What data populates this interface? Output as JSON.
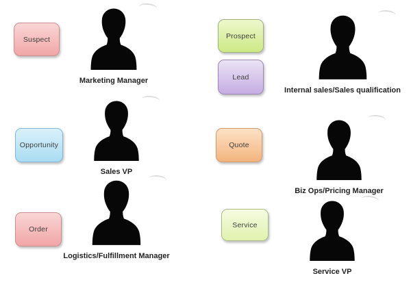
{
  "page": {
    "background": "#ffffff",
    "silhouette_color": "#070707"
  },
  "groups": [
    {
      "stages": [
        {
          "label": "Suspect",
          "color_key": "pink"
        }
      ],
      "role": "Marketing Manager"
    },
    {
      "stages": [
        {
          "label": "Prospect",
          "color_key": "green"
        },
        {
          "label": "Lead",
          "color_key": "purple"
        }
      ],
      "role": "Internal sales/Sales qualification"
    },
    {
      "stages": [
        {
          "label": "Opportunity",
          "color_key": "blue"
        }
      ],
      "role": "Sales VP"
    },
    {
      "stages": [
        {
          "label": "Quote",
          "color_key": "orange"
        }
      ],
      "role": "Biz Ops/Pricing Manager"
    },
    {
      "stages": [
        {
          "label": "Order",
          "color_key": "pink"
        }
      ],
      "role": "Logistics/Fulfillment Manager"
    },
    {
      "stages": [
        {
          "label": "Service",
          "color_key": "lightgreen"
        }
      ],
      "role": "Service VP"
    }
  ],
  "colors": {
    "pink": {
      "top": "#fad6d6",
      "bottom": "#f1a6a6",
      "border": "#cc8f8f"
    },
    "green": {
      "top": "#eef8cd",
      "bottom": "#cde985",
      "border": "#9fb07e"
    },
    "purple": {
      "top": "#eae3f5",
      "bottom": "#c6ade2",
      "border": "#9c87b5"
    },
    "blue": {
      "top": "#d9f1fa",
      "bottom": "#aadcf2",
      "border": "#83b7d3"
    },
    "orange": {
      "top": "#fce2c5",
      "bottom": "#f3b47e",
      "border": "#d09c6c"
    },
    "lightgreen": {
      "top": "#f5fbe1",
      "bottom": "#e1f2ae",
      "border": "#aab98d"
    }
  }
}
